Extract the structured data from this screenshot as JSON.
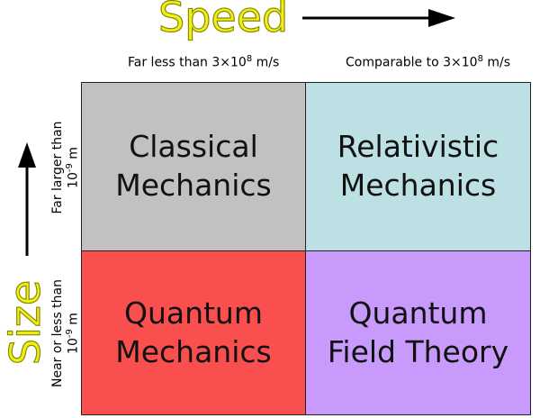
{
  "axes": {
    "speed_title": "Speed",
    "size_title": "Size",
    "col_left": {
      "prefix": "Far less than 3×10",
      "exp": "8",
      "unit": " m/s"
    },
    "col_right": {
      "prefix": "Comparable to 3×10",
      "exp": "8",
      "unit": " m/s"
    },
    "row_top": {
      "line1": "Far larger than",
      "base": "10",
      "exp": "-9",
      "unit": " m"
    },
    "row_bottom": {
      "line1": "Near or less than",
      "base": "10",
      "exp": "-9",
      "unit": " m"
    }
  },
  "cells": {
    "classical": {
      "line1": "Classical",
      "line2": "Mechanics",
      "color": "#c1c1c1"
    },
    "relativistic": {
      "line1": "Relativistic",
      "line2": "Mechanics",
      "color": "#bce0e3"
    },
    "quantum": {
      "line1": "Quantum",
      "line2": "Mechanics",
      "color": "#fa4f4f"
    },
    "qft": {
      "line1": "Quantum",
      "line2": "Field Theory",
      "color": "#c89afb"
    }
  },
  "colors": {
    "axis_title": "#f0f018"
  }
}
